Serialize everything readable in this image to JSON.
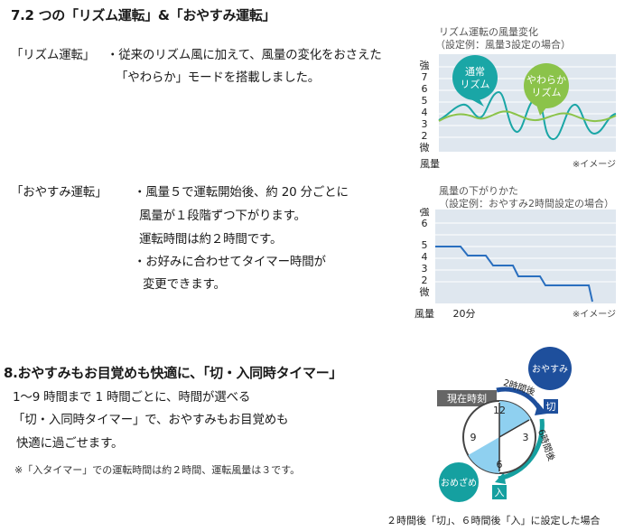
{
  "section1": {
    "heading": "7.2 つの「リズム運転」&「おやすみ運転」",
    "rhythm": {
      "label": "「リズム運転」",
      "line1": "・従来のリズム風に加えて、風量の変化をおさえた",
      "line2": "「やわらか」モードを搭載しました。"
    },
    "sleep": {
      "label": "「おやすみ運転」",
      "line1": "・風量５で運転開始後、約 20 分ごとに",
      "line2": "風量が１段階ずつ下がります。",
      "line3": "運転時間は約２時間です。",
      "line4": "・お好みに合わせてタイマー時間が",
      "line5": "変更できます。"
    }
  },
  "chart1": {
    "title1": "リズム運転の風量変化",
    "title2": "（設定例：風量3設定の場合）",
    "y_labels": [
      "強",
      "7",
      "6",
      "5",
      "4",
      "3",
      "2",
      "微"
    ],
    "xlabel": "風量",
    "note": "※イメージ",
    "bubble_normal": [
      "通常",
      "リズム"
    ],
    "bubble_soft": [
      "やわらか",
      "リズム"
    ],
    "colors": {
      "normal": "#1aa6a6",
      "soft": "#8bc34a"
    }
  },
  "chart2": {
    "title1": "風量の下がりかた",
    "title2": "（設定例：おやすみ2時間設定の場合）",
    "y_labels": [
      "強",
      "6",
      "5",
      "4",
      "3",
      "2",
      "微"
    ],
    "xlabel": "風量",
    "x_tick": "20分",
    "note": "※イメージ",
    "color": "#2a6fbf"
  },
  "section2": {
    "heading": "8.おやすみもお目覚めも快適に、「切・入同時タイマー」",
    "line1": "1～9 時間まで 1 時間ごとに、時間が選べる",
    "line2": "「切・入同時タイマー」で、おやすみもお目覚めも",
    "line3": "快適に過ごせます。",
    "note": "※「入タイマー」での運転時間は約２時間、運転風量は３です。"
  },
  "timer": {
    "current_time": "現在時刻",
    "two_hours_after": "2時間後",
    "off": "切",
    "six_hours_after": "6時間後",
    "on": "入",
    "sleep_bubble": "おやすみ",
    "wake_bubble": "おめざめ",
    "clock_numbers": [
      "12",
      "3",
      "6",
      "9"
    ],
    "caption": "２時間後「切」、６時間後「入」に設定した場合",
    "colors": {
      "navy": "#1e4f9c",
      "teal": "#15a0a0",
      "light_blue": "#8fd0f0"
    }
  }
}
